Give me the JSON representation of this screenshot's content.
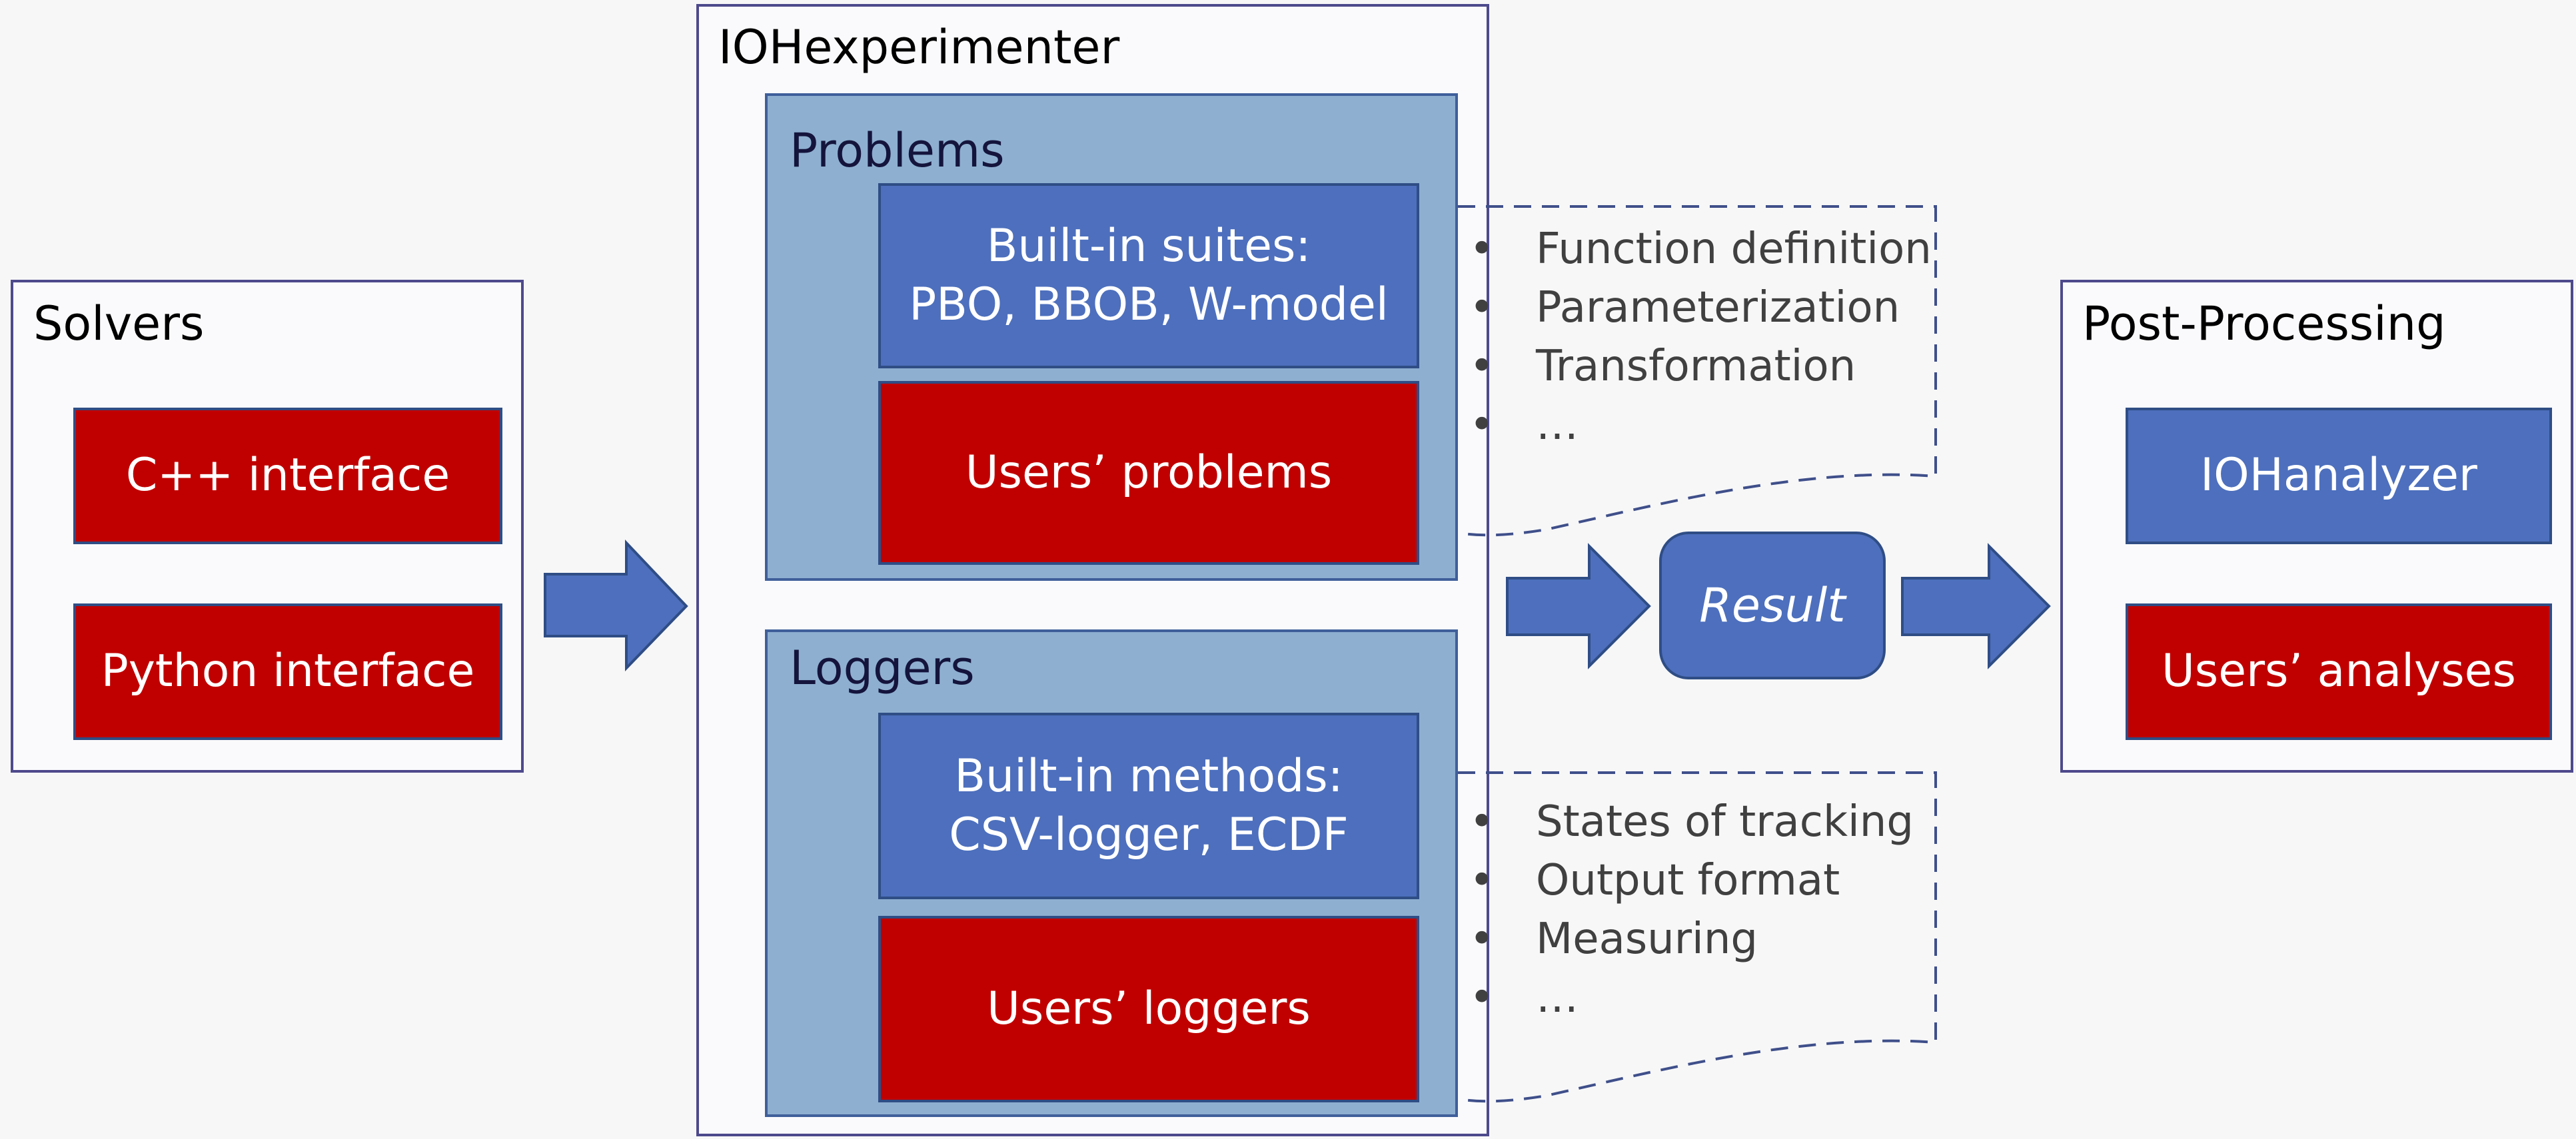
{
  "solvers": {
    "title": "Solvers",
    "items": [
      "C++ interface",
      "Python interface"
    ]
  },
  "experimenter": {
    "title": "IOHexperimenter",
    "problems": {
      "title": "Problems",
      "builtin_line1": "Built-in suites:",
      "builtin_line2": "PBO, BBOB, W-model",
      "user": "Users’ problems",
      "notes": [
        "Function definition",
        "Parameterization",
        "Transformation",
        "…"
      ]
    },
    "loggers": {
      "title": "Loggers",
      "builtin_line1": "Built-in methods:",
      "builtin_line2": "CSV-logger, ECDF",
      "user": "Users’ loggers",
      "notes": [
        "States of tracking",
        "Output format",
        "Measuring",
        "…"
      ]
    }
  },
  "result": "Result",
  "post_processing": {
    "title": "Post-Processing",
    "items": [
      "IOHanalyzer",
      "Users’ analyses"
    ]
  },
  "colors": {
    "user_red": "#c00000",
    "builtin_blue": "#4d6fbd",
    "panel_blue": "#8eafd0",
    "frame_purple": "#4e4a8c"
  }
}
